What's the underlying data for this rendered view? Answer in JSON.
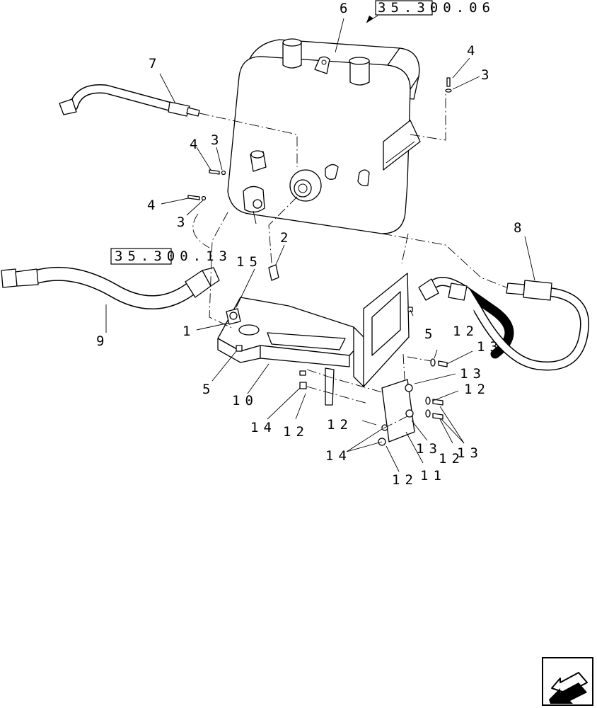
{
  "refs": {
    "ref_top": "35.300.06",
    "ref_left": "35.300.13"
  },
  "callouts": {
    "c6": "6",
    "c7": "7",
    "c4_top": "4",
    "c3_top": "3",
    "c4_a": "4",
    "c3_a": "3",
    "c4_b": "4",
    "c3_b": "3",
    "c2": "2",
    "c15": "15",
    "c1": "1",
    "c5_left": "5",
    "c5_right": "5",
    "c8": "8",
    "c9": "9",
    "c10": "10",
    "c14_a": "14",
    "c12_a": "12",
    "c12_b": "12",
    "c14_b": "14",
    "c12_c": "12",
    "c13_a": "13",
    "c13_b": "13",
    "c12_d": "12",
    "c13_c": "13",
    "c12_e": "12",
    "c13_d": "13",
    "c11": "11",
    "c12_f": "12"
  },
  "icons": {
    "nav": "back-arrow-icon"
  }
}
